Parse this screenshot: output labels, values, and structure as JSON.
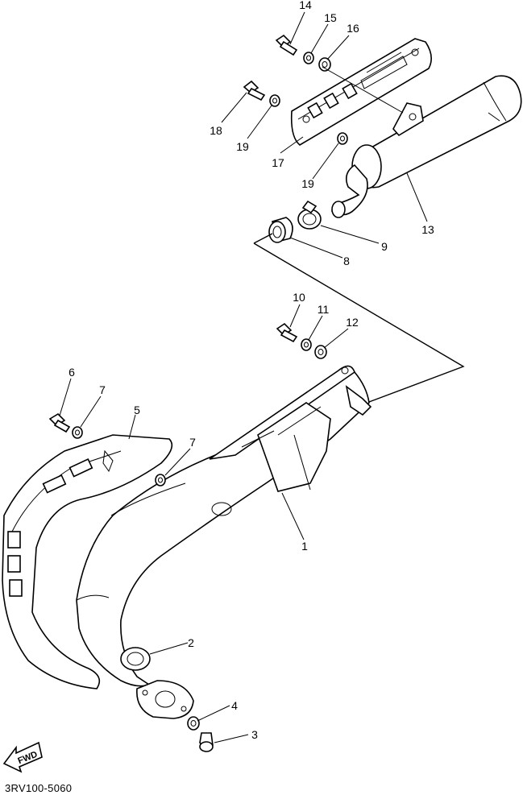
{
  "callouts": {
    "p1": "1",
    "p2": "2",
    "p3": "3",
    "p4": "4",
    "p5": "5",
    "p6": "6",
    "p7a": "7",
    "p7b": "7",
    "p8": "8",
    "p9": "9",
    "p10": "10",
    "p11": "11",
    "p12": "12",
    "p13": "13",
    "p14": "14",
    "p15": "15",
    "p16": "16",
    "p17": "17",
    "p18": "18",
    "p19a": "19",
    "p19b": "19"
  },
  "fwd_label": "FWD",
  "catalog_code": "3RV100-5060"
}
